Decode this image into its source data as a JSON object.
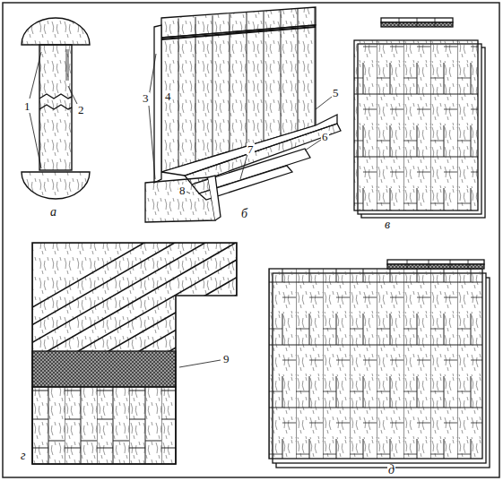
{
  "diagram": {
    "labels": [
      "а",
      "1",
      "2",
      "б",
      "3",
      "4",
      "5",
      "6",
      "7",
      "8",
      "в",
      "г",
      "9",
      "д"
    ]
  }
}
